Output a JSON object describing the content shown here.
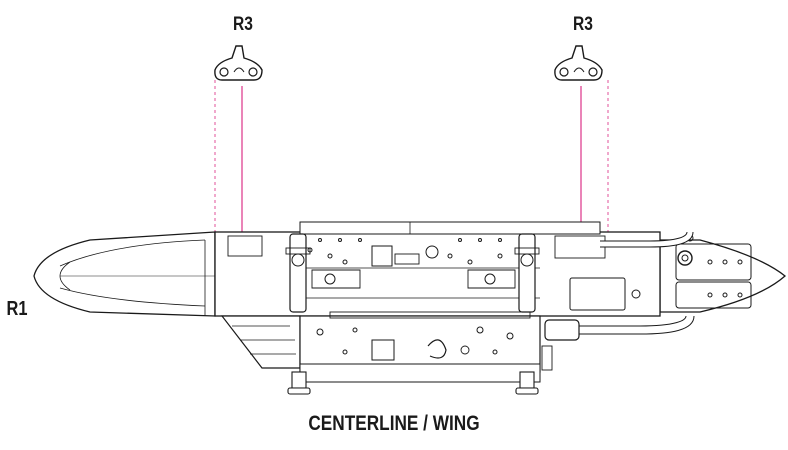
{
  "labels": {
    "r3_left": "R3",
    "r3_right": "R3",
    "r1": "R1",
    "caption": "CENTERLINE / WING"
  },
  "colors": {
    "line": "#1a1a1a",
    "guide": "#e0509a",
    "fill": "#ffffff"
  }
}
